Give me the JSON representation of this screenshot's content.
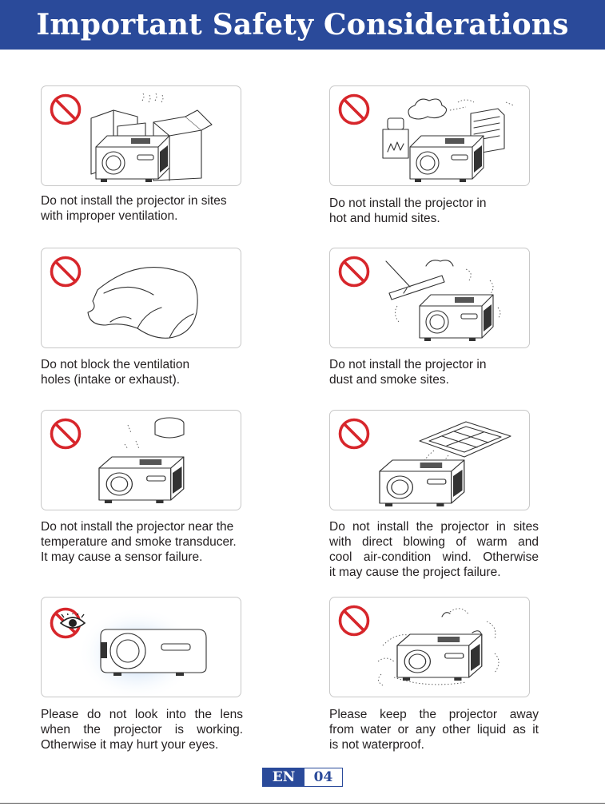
{
  "header": {
    "title": "Important Safety Considerations"
  },
  "icons": {
    "prohibit": "no-symbol-icon",
    "eye": "eye-icon"
  },
  "colors": {
    "brand_blue": "#2a4a9a",
    "prohibit_red": "#d7262b"
  },
  "items": [
    {
      "lines": [
        "Do not install the projector in sites",
        "with improper ventilation."
      ]
    },
    {
      "lines": [
        "Do not install the projector in",
        "hot and humid sites."
      ]
    },
    {
      "lines": [
        "Do not block the ventilation",
        "holes (intake or exhaust)."
      ]
    },
    {
      "lines": [
        "Do not install the projector in",
        "dust and smoke sites."
      ]
    },
    {
      "lines": [
        "Do not install the projector near the",
        "temperature and smoke transducer.",
        "It may cause a sensor failure."
      ]
    },
    {
      "lines": [
        "Do not install the projector in sites",
        "with direct blowing of warm and",
        "cool air-condition wind. Otherwise",
        "it may cause the project failure."
      ]
    },
    {
      "lines": [
        "Please do not look into the lens",
        "when the projector is working.",
        "Otherwise it may hurt your eyes."
      ]
    },
    {
      "lines": [
        "Please keep the projector away",
        "from water or any other liquid as it",
        "is not waterproof."
      ]
    }
  ],
  "footer": {
    "language": "EN",
    "page_number": "04"
  }
}
